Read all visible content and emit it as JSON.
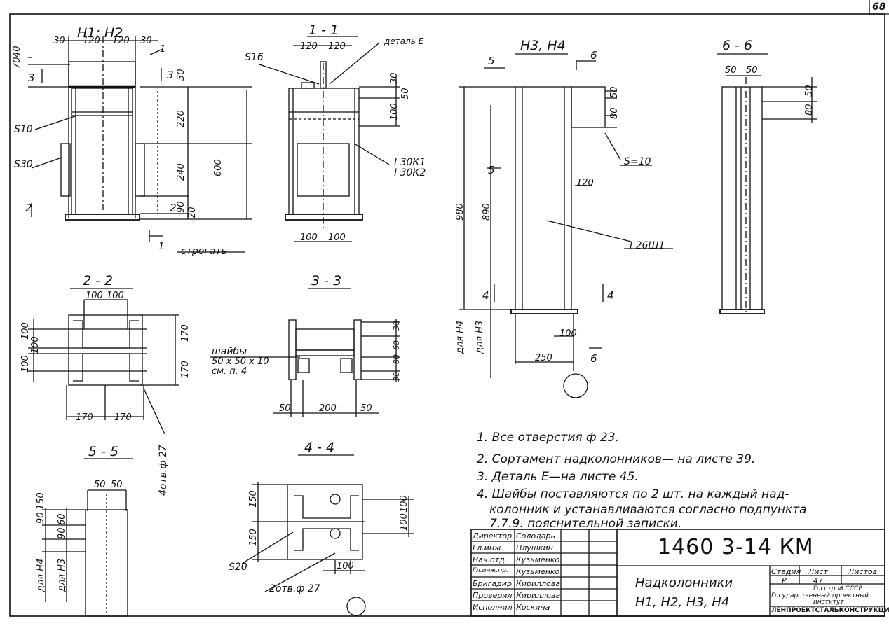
{
  "sheet_number": "68",
  "views": {
    "h1h2": {
      "title": "Н1; Н2",
      "dims_top": [
        "30",
        "120",
        "120",
        "30"
      ],
      "dims_left": [
        "70",
        "40"
      ],
      "dims_mid": [
        "220",
        "600",
        "240",
        "30",
        "90",
        "20"
      ],
      "labels": {
        "s16": "S16",
        "s10": "S10",
        "s30": "S30",
        "cut1": "1",
        "cut2": "2",
        "cut3a": "3",
        "cut3b": "3",
        "plane": "строгать"
      }
    },
    "s11": {
      "title": "1 - 1",
      "dims_top": [
        "120",
        "120"
      ],
      "dims_right": [
        "30",
        "50",
        "100"
      ],
      "dims_bottom": [
        "100",
        "100"
      ],
      "detail": "деталь Е",
      "profile1": "I 30К1",
      "profile2": "I 30К2"
    },
    "h3h4": {
      "title": "Н3, Н4",
      "dims": [
        "50",
        "80",
        "120",
        "980",
        "890",
        "100",
        "250"
      ],
      "labels": {
        "s10": "S=10",
        "profile": "I 26Ш1",
        "cut5a": "5",
        "cut5b": "5",
        "cut6a": "6",
        "cut6b": "6",
        "cut4a": "4",
        "cut4b": "4",
        "h4": "для Н4",
        "h3": "для Н3"
      }
    },
    "s66": {
      "title": "6 - 6",
      "dims_top": [
        "50",
        "50"
      ],
      "dims_right": [
        "50",
        "80"
      ]
    },
    "s22": {
      "title": "2 - 2",
      "dims_top": [
        "100",
        "100"
      ],
      "dims_left": [
        "100",
        "100",
        "100"
      ],
      "dims_right": [
        "170",
        "170"
      ],
      "dims_bottom": [
        "170",
        "170"
      ],
      "holes": "4отв.ф 27"
    },
    "s33": {
      "title": "3 - 3",
      "washer1": "шайбы",
      "washer2": "50 х 50 х 10",
      "washer3": "см. п. 4",
      "dims_right": [
        "30",
        "60",
        "80",
        "30"
      ],
      "dims_bottom": [
        "50",
        "200",
        "50"
      ]
    },
    "s55": {
      "title": "5 - 5",
      "dims_top": [
        "50",
        "50"
      ],
      "dims_left": [
        "90",
        "150",
        "90",
        "60"
      ],
      "h4": "для Н4",
      "h3": "для Н3"
    },
    "s44": {
      "title": "4 - 4",
      "dims_left": [
        "150",
        "150"
      ],
      "dims_right": [
        "100",
        "100"
      ],
      "dim_bottom": "100",
      "s20": "S20",
      "holes": "2отв.ф 27"
    }
  },
  "notes": [
    "1. Все отверстия ф 23.",
    "2. Сортамент надколонников— на листе 39.",
    "3. Деталь Е—на листе 45.",
    "4. Шайбы поставляются по 2 шт. на каждый  над-",
    "колонник  и  устанавливаются   согласно  подпункта",
    "7.7.9. пояснительной   записки."
  ],
  "title_block": {
    "code": "1460 3-14 КМ",
    "name1": "Надколонники",
    "name2": "Н1, Н2, Н3, Н4",
    "stage_h": "Стадия",
    "sheet_h": "Лист",
    "sheets_h": "Листов",
    "stage": "Р",
    "sheet": "47",
    "org1": "Госстрой СССР",
    "org2": "Государственный проектный",
    "org3": "институт",
    "org4": "ЛЕНПРОЕКТСТАЛЬКОНСТРУКЦИЯ",
    "staff": [
      {
        "role": "Директор",
        "name": "Солодарь"
      },
      {
        "role": "Гл.инж.",
        "name": "Плушкин"
      },
      {
        "role": "Нач.отд.",
        "name": "Кузьменко"
      },
      {
        "role": "Гл.инж.пр.",
        "name": "Кузьменко"
      },
      {
        "role": "Бригадир",
        "name": "Кириллова"
      },
      {
        "role": "Проверил",
        "name": "Кириллова"
      },
      {
        "role": "Исполнил",
        "name": "Коскина"
      }
    ]
  }
}
